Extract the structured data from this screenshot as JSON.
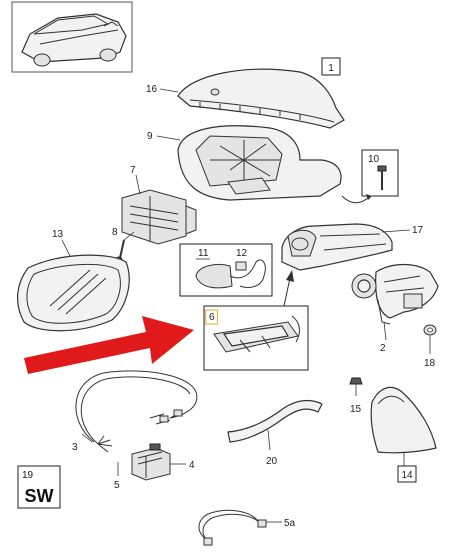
{
  "labels": {
    "p1": "1",
    "p2": "2",
    "p3": "3",
    "p4": "4",
    "p5": "5",
    "p5a": "5a",
    "p6": "6",
    "p7": "7",
    "p8": "8",
    "p9": "9",
    "p10": "10",
    "p11": "11",
    "p12": "12",
    "p13": "13",
    "p14": "14",
    "p15": "15",
    "p16": "16",
    "p17": "17",
    "p18": "18",
    "p19": "19",
    "p20": "20",
    "market_code": "SW"
  },
  "colors": {
    "highlight_arrow": "#e0191b",
    "highlight_box": "#e8b64a",
    "line": "#333333"
  }
}
